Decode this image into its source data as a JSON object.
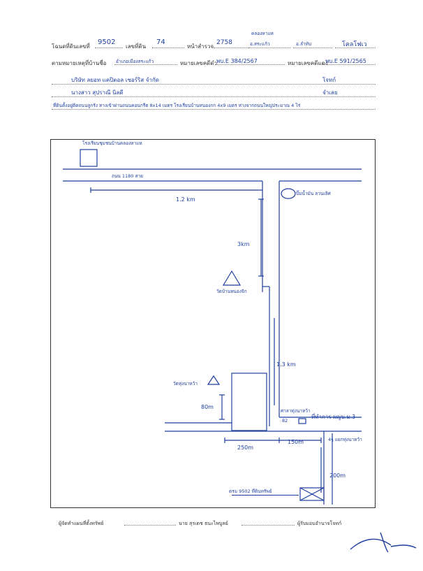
{
  "header": {
    "row1": {
      "deed_label": "โฉนดที่ดินเลขที่",
      "deed_no": "9502",
      "land_no_label": "เลขที่ดิน",
      "land_no": "74",
      "survey_page_label": "หน้าสำรวจ",
      "survey_page": "2758",
      "district_top": "คลองหาแห",
      "district": "อ.สระแก้ว",
      "tambon": "อ.ลำทับ",
      "province": "โคลโฟเว"
    },
    "row2": {
      "map_label": "ตามหมายเหตุที่บ้านชื่อ",
      "map_value": "อำเภอเมืองสระแก้ว",
      "book_label": "หมายเลขคดีดำ",
      "book_value": "พบ.E 384/2567",
      "red_label": "หมายเลขคดีแดง",
      "red_value": "พบ.E 591/2565"
    },
    "row3": {
      "owner": "บริษัท ลยอท แคปิตอล เซอร์ริส จำกัด",
      "right": "โจทก์"
    },
    "row4": {
      "person": "นางสาว สุปราณี นิลดี",
      "right": "จำเลย"
    },
    "row5": {
      "note": "ที่ดินตั้งอยู่ติดถนนลูกรัง ทางเข้าผ่านถนนคอนกรีต 8x14 เมตร โรงเรียนบ้านหนองกก 4x9 เมตร ห่างจากถนนใหญ่ประมาณ 4 ไร่"
    }
  },
  "sketch": {
    "school": "โรงเรียนชุมชนบ้านคลองหาแห",
    "road_name": "ถนน 1180 สาย",
    "dist_1_2": "1.2 km",
    "gas_station": "ปั๊มน้ำมัน ลวนเลิศ",
    "dist_3": "3km",
    "temple_a": "วัดบ้านหนองจิก",
    "dist_1_3": "1.3 km",
    "temple_b": "วัดทุ่งนาหว้า",
    "dist_80": "80m",
    "post_label": "ศาลาทุ่งนาหว้า",
    "post_no": "82",
    "office": "ที่ทำการ ผญบ.ม.3",
    "dist_250": "250m",
    "dist_150": "150m",
    "junction": "4ๆ แยกทุ่งนาหว้า",
    "dist_200": "200m",
    "target": "ตรม 9502 ที่ดินทรัพย์"
  },
  "footer": {
    "maker_label": "ผู้จัดทำแผนที่ตั้งทรัพย์",
    "maker_name": "นาย สุรเดช ธนะไพบูลย์",
    "officer_label": "ผู้รับมอบอำนาจโจทก์"
  },
  "colors": {
    "ink": "#1f3fa0",
    "print": "#333333"
  }
}
